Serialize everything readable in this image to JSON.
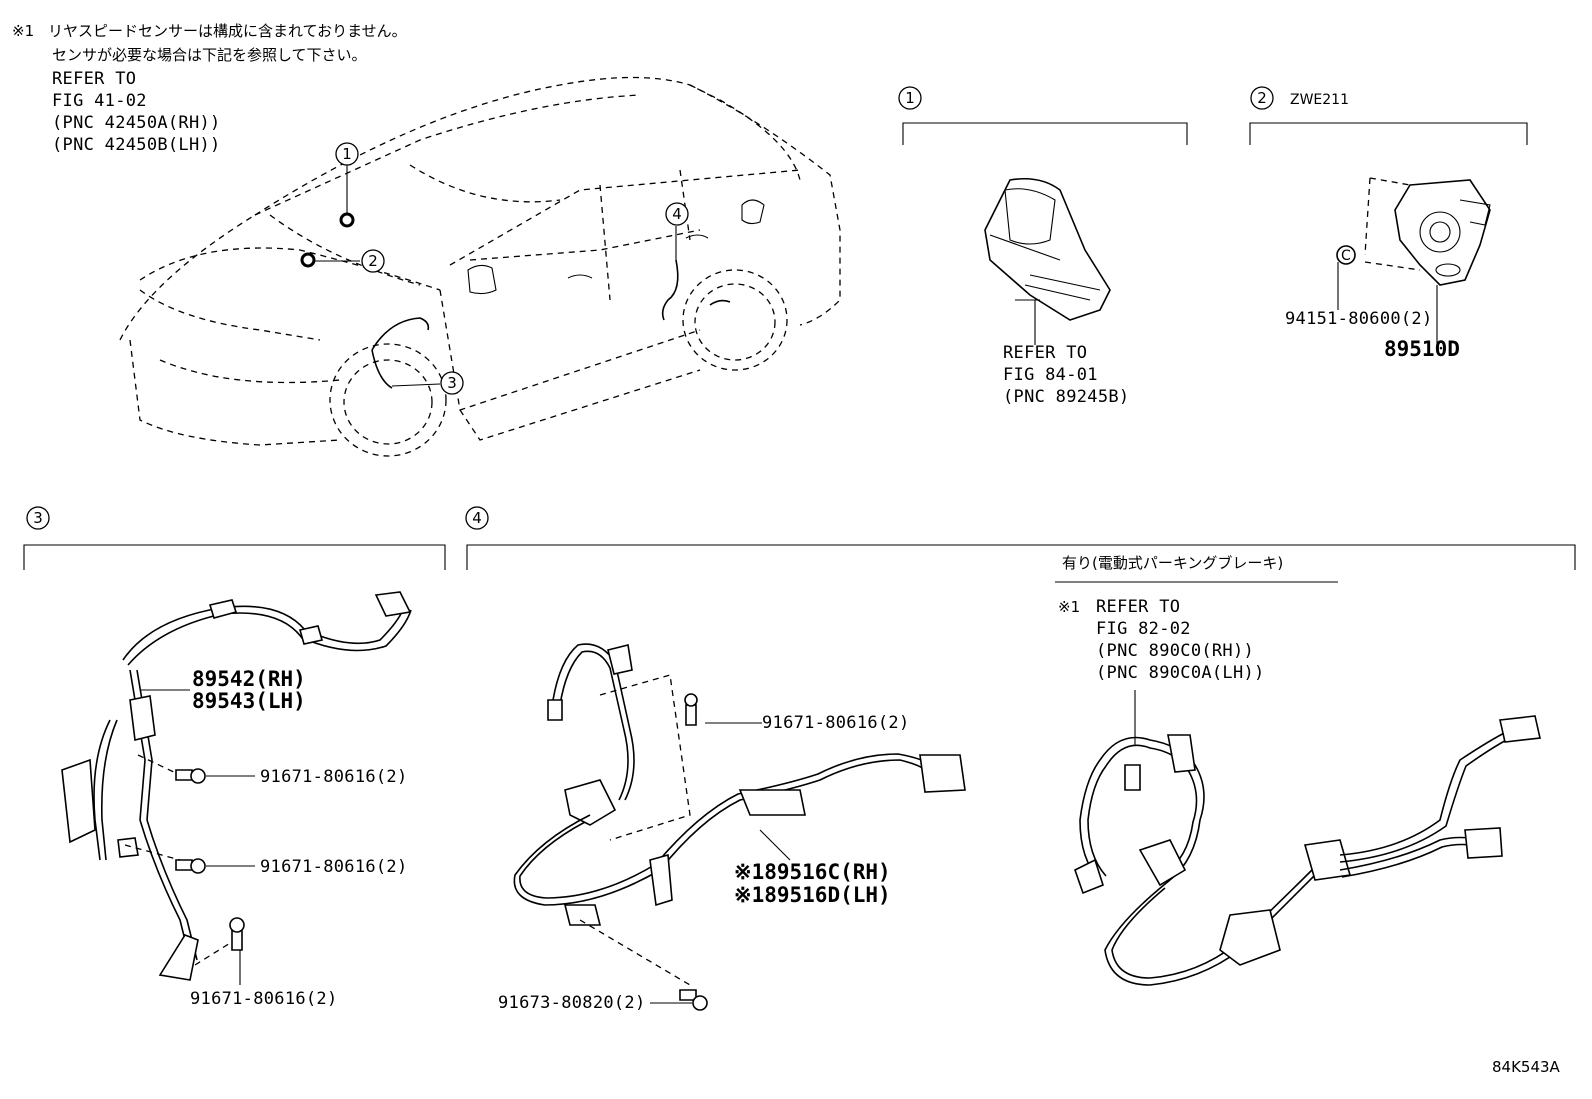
{
  "top_note": {
    "marker": "※1",
    "line1": "リヤスピードセンサーは構成に含まれておりません。",
    "line2": "センサが必要な場合は下記を参照して下さい。",
    "refer": [
      "REFER TO",
      "FIG 41-02",
      "(PNC 42450A(RH))",
      "(PNC 42450B(LH))"
    ]
  },
  "car_callouts": [
    "1",
    "2",
    "3",
    "4"
  ],
  "panel1": {
    "callout": "1",
    "refer": [
      "REFER TO",
      "FIG 84-01",
      "(PNC 89245B)"
    ]
  },
  "panel2": {
    "callout": "2",
    "variant": "ZWE211",
    "part_bolt": "94151-80600(2)",
    "part_main": "89510D"
  },
  "panel3": {
    "callout": "3",
    "part_rh": "89542(RH)",
    "part_lh": "89543(LH)",
    "bolts": [
      "91671-80616(2)",
      "91671-80616(2)",
      "91671-80616(2)"
    ]
  },
  "panel4": {
    "callout": "4",
    "option_note": "有り(電動式パーキングブレーキ)",
    "marker": "※1",
    "refer": [
      "REFER TO",
      "FIG 82-02",
      "(PNC 890C0(RH))",
      "(PNC 890C0A(LH))"
    ],
    "bolt1": "91671-80616(2)",
    "bolt2": "91673-80820(2)",
    "part_rh": "※189516C(RH)",
    "part_lh": "※189516D(LH)"
  },
  "figure_code": "84K543A"
}
